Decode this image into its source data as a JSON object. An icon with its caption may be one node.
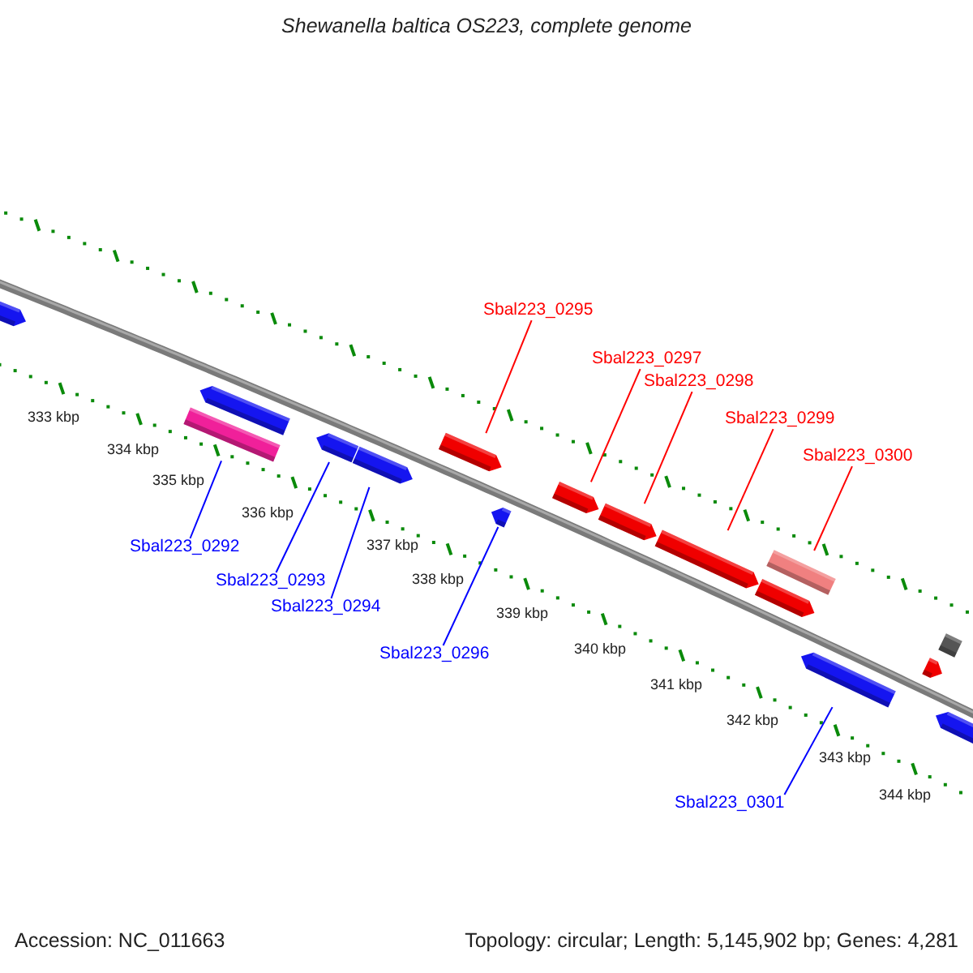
{
  "diagram": {
    "title": "Shewanella baltica OS223, complete genome",
    "nodes": [
      {
        "text": [],
        "shape": "arrow"
      },
      {
        "text": [],
        "shape": "arrow"
      },
      {
        "text": [],
        "shape": "box"
      },
      {
        "text": [],
        "shape": "arrow"
      },
      {
        "text": [],
        "shape": "arrow"
      },
      {
        "text": [],
        "shape": "arrow"
      },
      {
        "text": [],
        "shape": "arrow"
      },
      {
        "text": [],
        "shape": "arrow"
      },
      {
        "text": [],
        "shape": "arrow"
      },
      {
        "text": [],
        "shape": "arrow"
      },
      {
        "text": [],
        "shape": "box"
      },
      {
        "text": [],
        "shape": "arrow"
      },
      {
        "text": [],
        "shape": "arrow"
      },
      {
        "text": [],
        "shape": "box"
      },
      {
        "text": [],
        "shape": "arrow"
      },
      {
        "text": [],
        "shape": "arrow"
      },
      {
        "text": [
          "Sbal223_0295"
        ]
      },
      {
        "text": [
          "Sbal223_0297"
        ]
      },
      {
        "text": [
          "Sbal223_0298"
        ]
      },
      {
        "text": [
          "Sbal223_0299"
        ]
      },
      {
        "text": [
          "Sbal223_0300"
        ]
      },
      {
        "text": [
          "Sbal223_0292"
        ]
      },
      {
        "text": [
          "Sbal223_0293"
        ]
      },
      {
        "text": [
          "Sbal223_0294"
        ]
      },
      {
        "text": [
          "Sbal223_0296"
        ]
      },
      {
        "text": [
          "Sbal223_0301"
        ]
      }
    ],
    "edges": [
      {
        "from": 16,
        "to": 5,
        "arrow": "none",
        "color": "#ff0000"
      },
      {
        "from": 17,
        "to": 7,
        "arrow": "none",
        "color": "#ff0000"
      },
      {
        "from": 18,
        "to": 8,
        "arrow": "none",
        "color": "#ff0000"
      },
      {
        "from": 19,
        "to": 9,
        "arrow": "none",
        "color": "#ff0000"
      },
      {
        "from": 20,
        "to": 10,
        "arrow": "none",
        "color": "#ff0000"
      },
      {
        "from": 21,
        "to": 2,
        "arrow": "none",
        "color": "#0000ff"
      },
      {
        "from": 22,
        "to": 3,
        "arrow": "none",
        "color": "#0000ff"
      },
      {
        "from": 23,
        "to": 4,
        "arrow": "none",
        "color": "#0000ff"
      },
      {
        "from": 24,
        "to": 6,
        "arrow": "none",
        "color": "#0000ff"
      },
      {
        "from": 25,
        "to": 12,
        "arrow": "none",
        "color": "#0000ff"
      }
    ],
    "labels": [
      "333 kbp",
      "334 kbp",
      "335 kbp",
      "336 kbp",
      "337 kbp",
      "338 kbp",
      "339 kbp",
      "340 kbp",
      "341 kbp",
      "342 kbp",
      "343 kbp",
      "344 kbp",
      "Accession: NC_011663",
      "Topology: circular; Length: 5,145,902 bp; Genes: 4,281"
    ]
  }
}
